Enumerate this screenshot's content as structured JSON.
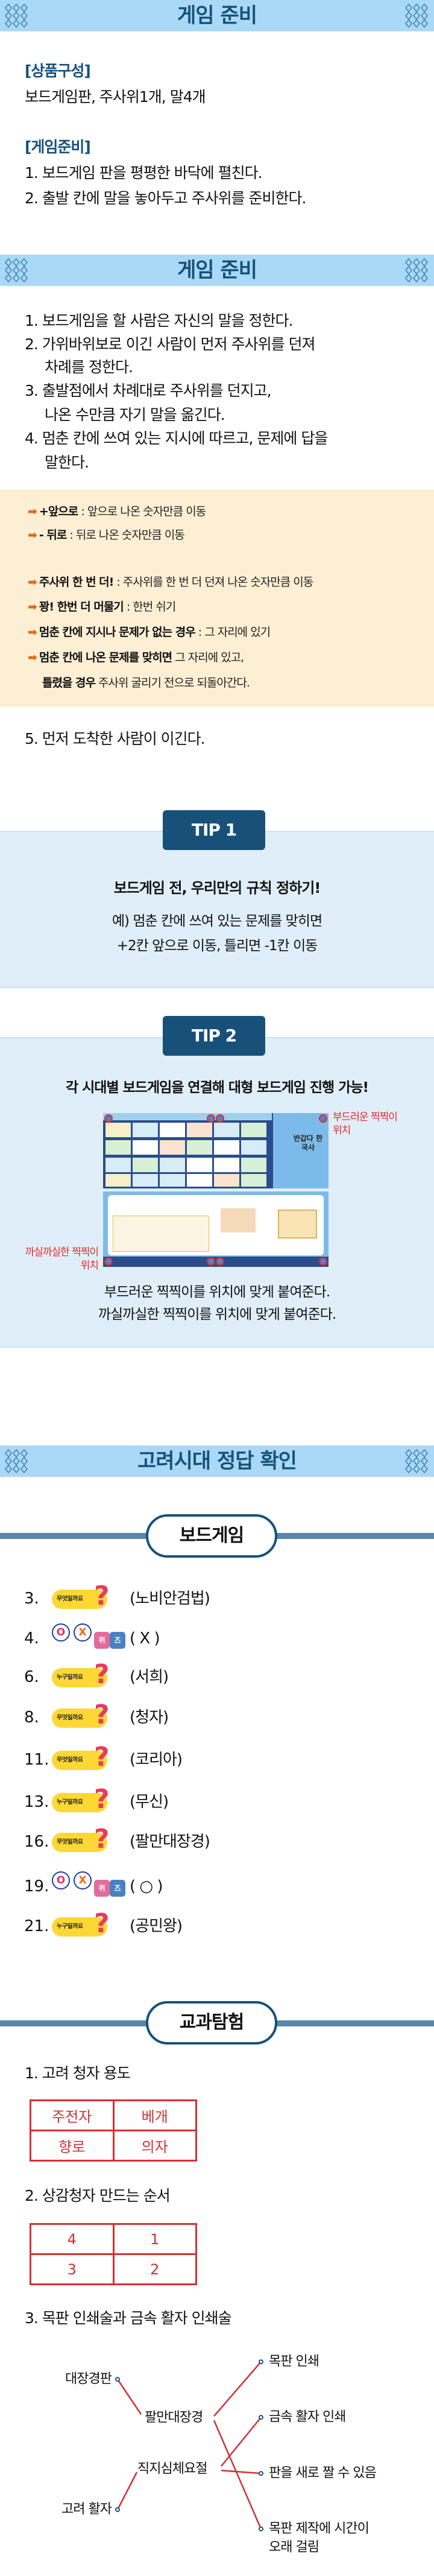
{
  "section1": {
    "title": "게임 준비",
    "components_heading": "[상품구성]",
    "components_text": "보드게임판, 주사위1개, 말4개",
    "prep_heading": "[게임준비]",
    "prep_items": [
      "1. 보드게임 판을 평평한 바닥에 펼친다.",
      "2. 출발 칸에 말을 놓아두고 주사위를 준비한다."
    ]
  },
  "section2": {
    "title": "게임 준비",
    "steps": [
      "1. 보드게임을 할 사람은 자신의 말을 정한다.",
      "2. 가위바위보로 이긴 사람이 먼저 주사위를 던져",
      "차례를 정한다.",
      "3. 출발점에서 차례대로 주사위를 던지고,",
      "나온 수만큼 자기 말을 옮긴다.",
      "4. 멈춘 칸에 쓰여 있는 지시에 따르고, 문제에 답을",
      "말한다."
    ],
    "rules": [
      {
        "key": "+앞으로",
        "desc": " : 앞으로 나온 숫자만큼 이동"
      },
      {
        "key": "- 뒤로",
        "desc": " : 뒤로 나온 숫자만큼 이동"
      },
      {
        "key": "주사위 한 번 더!",
        "desc": " : 주사위를 한 번 더 던져 나온 숫자만큼 이동"
      },
      {
        "key": "꽝! 한번 더 머물기",
        "desc": " : 한번 쉬기"
      },
      {
        "key": "멈춘 칸에 지시나 문제가 없는 경우",
        "desc": " : 그 자리에 있기"
      },
      {
        "key": "멈춘 칸에 나온 문제를 맞히면",
        "desc": " 그 자리에 있고,"
      },
      {
        "key": "틀렸을 경우",
        "desc": " 주사위 굴리기 전으로 되돌아간다."
      }
    ],
    "step5": "5. 먼저 도착한 사람이 이긴다."
  },
  "tip1": {
    "badge": "TIP 1",
    "heading": "보드게임 전, 우리만의 규칙 정하기!",
    "lines": [
      "예) 멈춘 칸에 쓰여 있는 문제를 맞히면",
      "+2칸 앞으로 이동, 틀리면 -1칸 이동"
    ]
  },
  "tip2": {
    "badge": "TIP 2",
    "heading": "각 시대별 보드게임을 연결해 대형 보드게임 진행 가능!",
    "soft_label": [
      "부드러운 찍찍이",
      "위치"
    ],
    "rough_label": [
      "까실까실한 찍찍이",
      "위치"
    ],
    "board_logo": "반갑다 한국사",
    "lines": [
      "부드러운 찍찍이를 위치에 맞게 붙여준다.",
      "까실까실한 찍찍이를 위치에 맞게 붙여준다."
    ]
  },
  "answers": {
    "title": "고려시대 정답 확인",
    "boardgame_label": "보드게임",
    "badge_what": "무엇일까요",
    "badge_who": "누구일까요",
    "ox_o": "O",
    "ox_x": "X",
    "quiz_k1": "퀴",
    "quiz_k2": "즈",
    "items": [
      {
        "num": "3.",
        "type": "what",
        "answer": "(노비안검법)"
      },
      {
        "num": "4.",
        "type": "ox",
        "answer": "( X )"
      },
      {
        "num": "6.",
        "type": "who",
        "answer": "(서희)"
      },
      {
        "num": "8.",
        "type": "what",
        "answer": "(청자)"
      },
      {
        "num": "11.",
        "type": "what",
        "answer": "(코리아)"
      },
      {
        "num": "13.",
        "type": "who",
        "answer": "(무신)"
      },
      {
        "num": "16.",
        "type": "what",
        "answer": "(팔만대장경)"
      },
      {
        "num": "19.",
        "type": "ox",
        "answer": "( ○ )"
      },
      {
        "num": "21.",
        "type": "who",
        "answer": "(공민왕)"
      }
    ],
    "textbook_label": "교과탐험",
    "q1": "1. 고려 청자 용도",
    "q1_table": [
      [
        "주전자",
        "베개"
      ],
      [
        "향로",
        "의자"
      ]
    ],
    "q2": "2. 상감청자 만드는 순서",
    "q2_table": [
      [
        "4",
        "1"
      ],
      [
        "3",
        "2"
      ]
    ],
    "q3": "3. 목판 인쇄술과 금속 활자 인쇄술",
    "q3_left": [
      "대장경판",
      "고려 활자"
    ],
    "q3_middle": [
      "팔만대장경",
      "직지심체요절"
    ],
    "q3_right": [
      "목판 인쇄",
      "금속 활자 인쇄",
      "판을 새로 짤 수 있음",
      "목판 제작에 시간이",
      "오래 걸림"
    ]
  },
  "colors": {
    "header_bg": "#a9d9f7",
    "title": "#17517a",
    "accent_red": "#d03234",
    "rule_bg": "#fcefd4",
    "arrow": "#e8690f"
  }
}
